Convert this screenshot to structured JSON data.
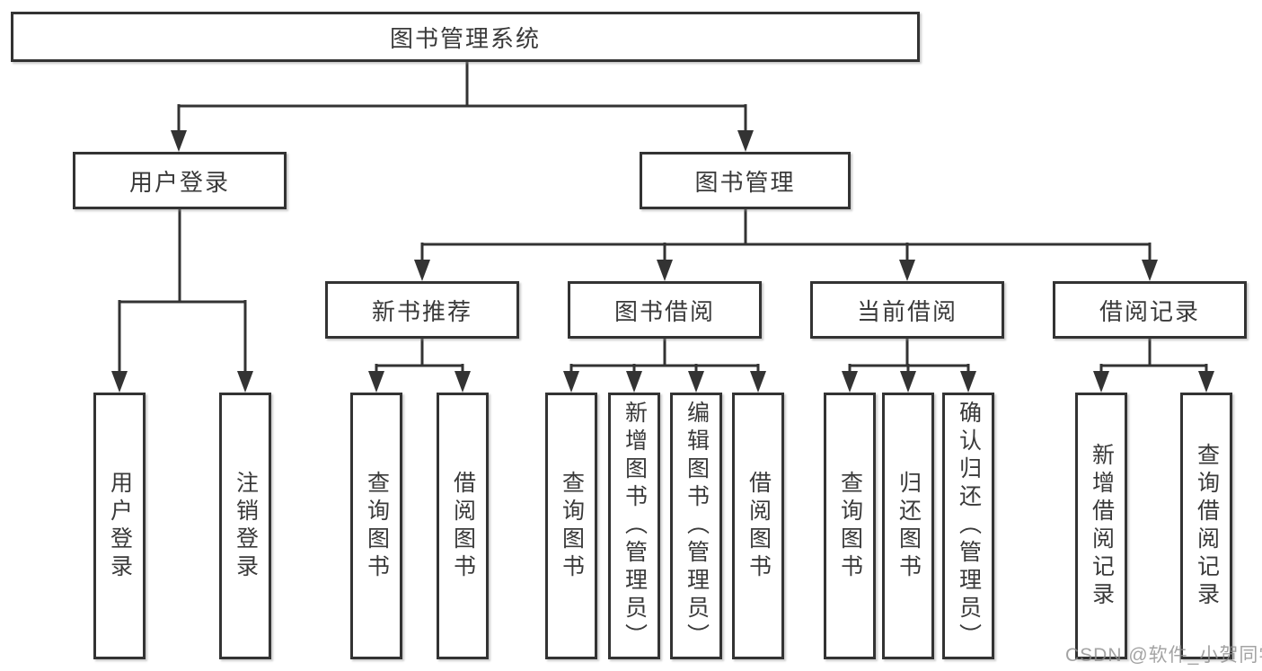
{
  "diagram": {
    "title": "图书管理系统",
    "tree": {
      "label": "图书管理系统",
      "children": [
        {
          "label": "用户登录",
          "children": [
            {
              "label": "用户登录"
            },
            {
              "label": "注销登录"
            }
          ]
        },
        {
          "label": "图书管理",
          "children": [
            {
              "label": "新书推荐",
              "children": [
                {
                  "label": "查询图书"
                },
                {
                  "label": "借阅图书"
                }
              ]
            },
            {
              "label": "图书借阅",
              "children": [
                {
                  "label": "查询图书"
                },
                {
                  "label": "新增图书（管理员）"
                },
                {
                  "label": "编辑图书（管理员）"
                },
                {
                  "label": "借阅图书"
                }
              ]
            },
            {
              "label": "当前借阅",
              "children": [
                {
                  "label": "查询图书"
                },
                {
                  "label": "归还图书"
                },
                {
                  "label": "确认归还（管理员）"
                }
              ]
            },
            {
              "label": "借阅记录",
              "children": [
                {
                  "label": "新增借阅记录"
                },
                {
                  "label": "查询借阅记录"
                }
              ]
            }
          ]
        }
      ]
    },
    "watermark": "CSDN @软件_小贺同学",
    "colors": {
      "line": "#333333",
      "box_border": "#333333",
      "text": "#3a3a3a",
      "watermark": "#8c8c8c",
      "background": "#ffffff"
    }
  }
}
